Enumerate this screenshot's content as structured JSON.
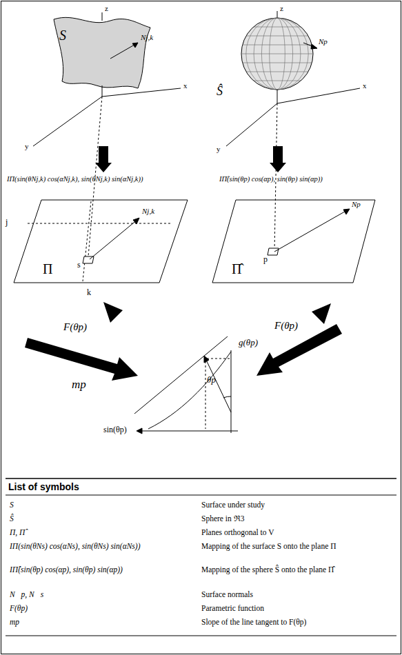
{
  "diagram": {
    "nodes": [
      {
        "text": [
          "Π"
        ]
      },
      {
        "text": [
          "Π̂"
        ]
      }
    ],
    "labels": [
      "z",
      "S",
      "Nj,k",
      "x",
      "y",
      "IΠ(sin(θNj,k) cos(αNj,k), sin(θNj,k) sin(αNj,k))",
      "z",
      "Ŝ",
      "Np",
      "x",
      "y",
      "IΠ̂(sin(θp) cos(αp), sin(θp) sin(αp))",
      "j",
      "k",
      "s",
      "Nj,k",
      "p",
      "Np",
      "F(θp)",
      "F(θp)",
      "g(θp)",
      "mp",
      "θp",
      "sin(θp)",
      "List of symbols",
      "S",
      "Surface under study",
      "Ŝ",
      "Sphere in ℜ3",
      "Π, Π̂",
      "Planes orthogonal to V⃗",
      "IΠ(sin(θNs) cos(αNs), sin(θNs) sin(αNs))",
      "Mapping of the surface S onto the plane Π",
      "IΠ̂(sin(θp) cos(αp), sin(θp) sin(αp))",
      "Mapping of the sphere Ŝ onto the plane Π̂",
      "N⃗p, N⃗s",
      "Surface normals",
      "F(θp)",
      "Parametric function",
      "mp",
      "Slope of the line tangent to F(θp)"
    ]
  }
}
